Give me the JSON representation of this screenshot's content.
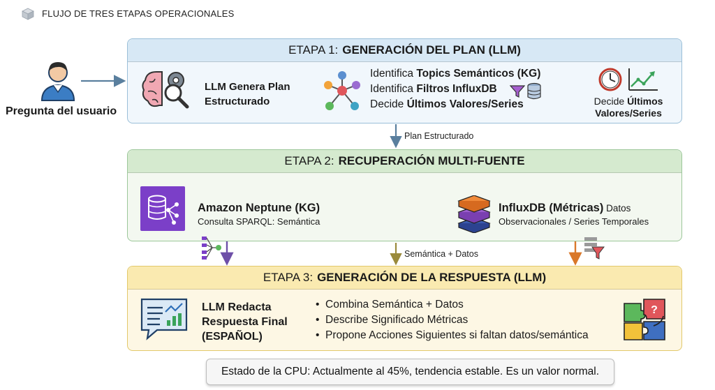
{
  "header": {
    "title": "FLUJO DE TRES ETAPAS OPERACIONALES",
    "icon": "cube-icon"
  },
  "user": {
    "label": "Pregunta del usuario",
    "icon": "user-icon"
  },
  "stage1": {
    "title_prefix": "ETAPA 1:",
    "title_bold": "GENERACIÓN DEL PLAN (LLM)",
    "llm_label_line1": "LLM Genera Plan",
    "llm_label_line2": "Estructurado",
    "items": [
      {
        "prefix": "Identifica ",
        "bold": "Topics Semánticos (KG)"
      },
      {
        "prefix": "Identifica ",
        "bold": "Filtros InfluxDB"
      },
      {
        "prefix": "Decide ",
        "bold": "Últimos Valores/Series"
      }
    ],
    "right_prefix": "Decide ",
    "right_bold1": "Últimos",
    "right_bold2": "Valores/Series",
    "icons": [
      "brain-gear-icon",
      "network-icon",
      "filter-icon",
      "database-icon",
      "clock-icon",
      "trend-chart-icon"
    ]
  },
  "connector1": {
    "label": "Plan Estructurado"
  },
  "stage2": {
    "title_prefix": "ETAPA 2:",
    "title_bold": "RECUPERACIÓN MULTI-FUENTE",
    "neptune_title": "Amazon Neptune (KG)",
    "neptune_sub": "Consulta SPARQL: Semántica",
    "influx_title": "InfluxDB (Métricas)",
    "influx_title_suffix": " Datos",
    "influx_sub": "Observacionales / Series Temporales",
    "icons": [
      "neptune-icon",
      "influx-stack-icon"
    ]
  },
  "connector2": {
    "label": "Semántica + Datos"
  },
  "stage3": {
    "title_prefix": "ETAPA 3:",
    "title_bold": "GENERACIÓN DE LA RESPUESTA (LLM)",
    "llm_line1": "LLM Redacta",
    "llm_line2": "Respuesta Final",
    "llm_line3": "(ESPAÑOL)",
    "bullets": [
      "Combina Semántica + Datos",
      "Describe Significado Métricas",
      "Propone Acciones Siguientes si faltan datos/semántica"
    ],
    "icons": [
      "report-chat-icon",
      "puzzle-icon"
    ]
  },
  "final_answer": {
    "text": "Estado de la CPU: Actualmente al 45%, tendencia estable. Es un valor normal."
  },
  "colors": {
    "stage1": "#d7e8f5",
    "stage2": "#d5eacf",
    "stage3": "#faeab0",
    "arrow_blue": "#5a7f9e",
    "arrow_purple": "#6e4fa8",
    "arrow_orange": "#d9782a",
    "arrow_olive": "#9a8a3c"
  }
}
